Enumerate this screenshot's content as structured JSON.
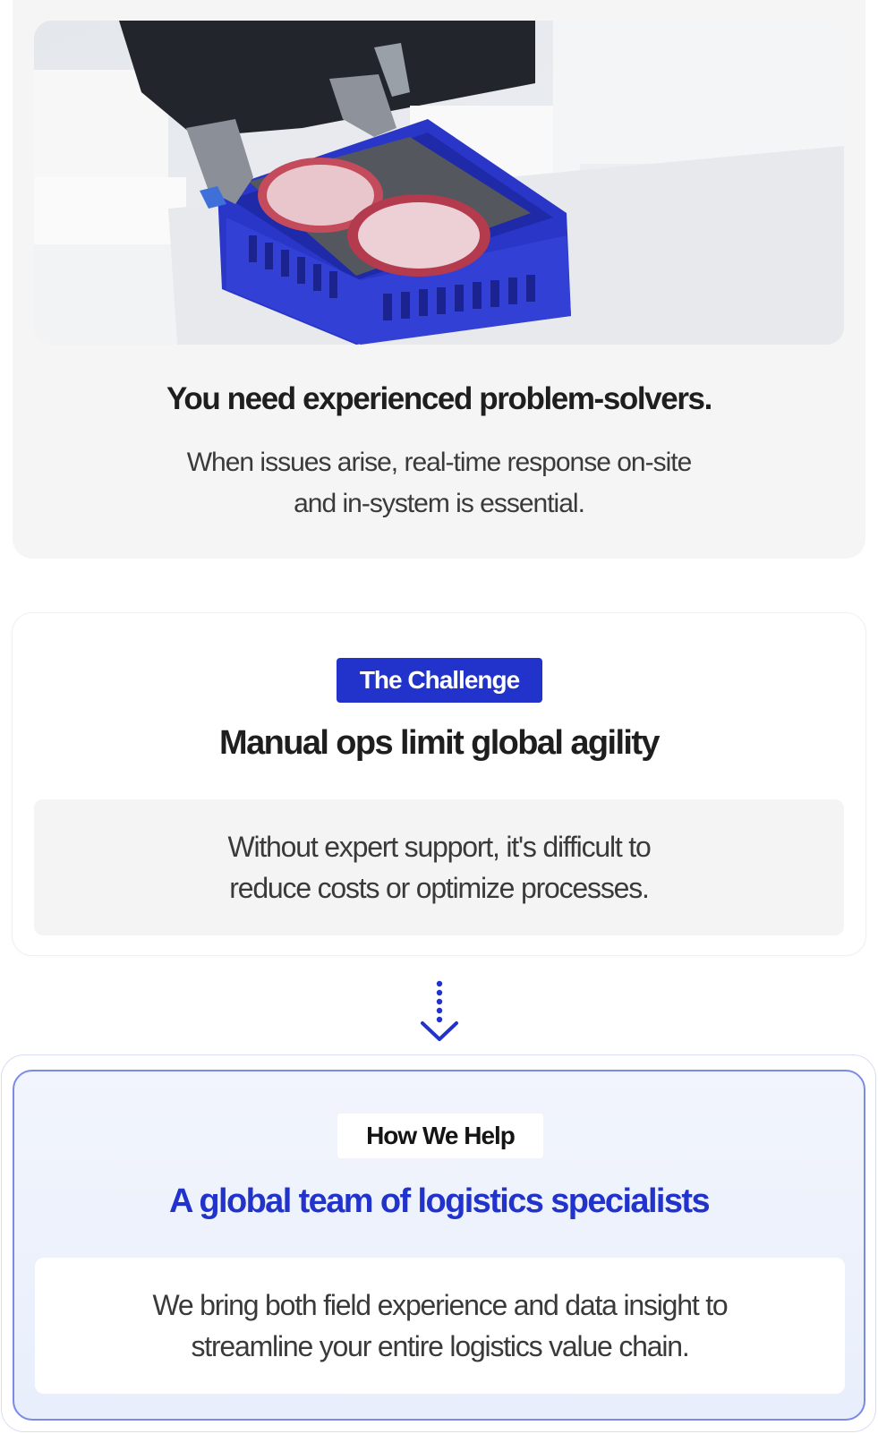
{
  "problem": {
    "title": "You need experienced problem-solvers.",
    "description_lines": [
      "When issues arise, real-time response on-site",
      "and in-system is essential."
    ]
  },
  "challenge": {
    "badge": "The Challenge",
    "title": "Manual ops limit global agility",
    "description_lines": [
      "Without expert support, it's difficult to",
      "reduce costs or optimize processes."
    ]
  },
  "help": {
    "badge": "How We Help",
    "title": "A global team of logistics specialists",
    "description_lines": [
      "We bring both field experience and data insight to",
      "streamline your entire logistics value chain."
    ]
  },
  "colors": {
    "accent": "#2233cc",
    "card_gray": "#f5f5f5",
    "help_border": "#7b8ae6"
  },
  "icons": {
    "connector": "dotted-arrow-down-icon"
  }
}
